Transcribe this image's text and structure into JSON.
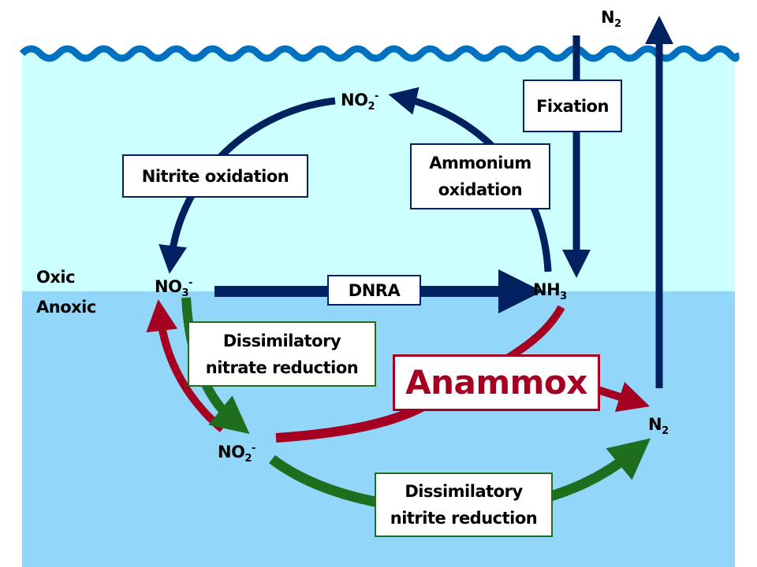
{
  "colors": {
    "oxic_water": "#ccffff",
    "anoxic_water": "#92d6fa",
    "wave": "#0070c0",
    "oxidation_arrows": "#002060",
    "anammox": "#a50021",
    "dissimilatory": "#1e6e1e"
  },
  "zones": {
    "oxic": "Oxic",
    "anoxic": "Anoxic"
  },
  "species": {
    "n2_atmosphere": {
      "base": "N",
      "sub": "2"
    },
    "no2_top": {
      "base": "NO",
      "sub": "2",
      "sup": "-"
    },
    "no3": {
      "base": "NO",
      "sub": "3",
      "sup": "-"
    },
    "nh3": {
      "base": "NH",
      "sub": "3"
    },
    "no2_bottom": {
      "base": "NO",
      "sub": "2",
      "sup": "-"
    },
    "n2_anoxic": {
      "base": "N",
      "sub": "2"
    }
  },
  "processes": {
    "fixation": "Fixation",
    "nitrite_oxidation": "Nitrite oxidation",
    "ammonium_oxidation_1": "Ammonium",
    "ammonium_oxidation_2": "oxidation",
    "dnra": "DNRA",
    "dissim_nitrate_1": "Dissimilatory",
    "dissim_nitrate_2": "nitrate reduction",
    "anammox": "Anammox",
    "dissim_nitrite_1": "Dissimilatory",
    "dissim_nitrite_2": "nitrite reduction"
  }
}
